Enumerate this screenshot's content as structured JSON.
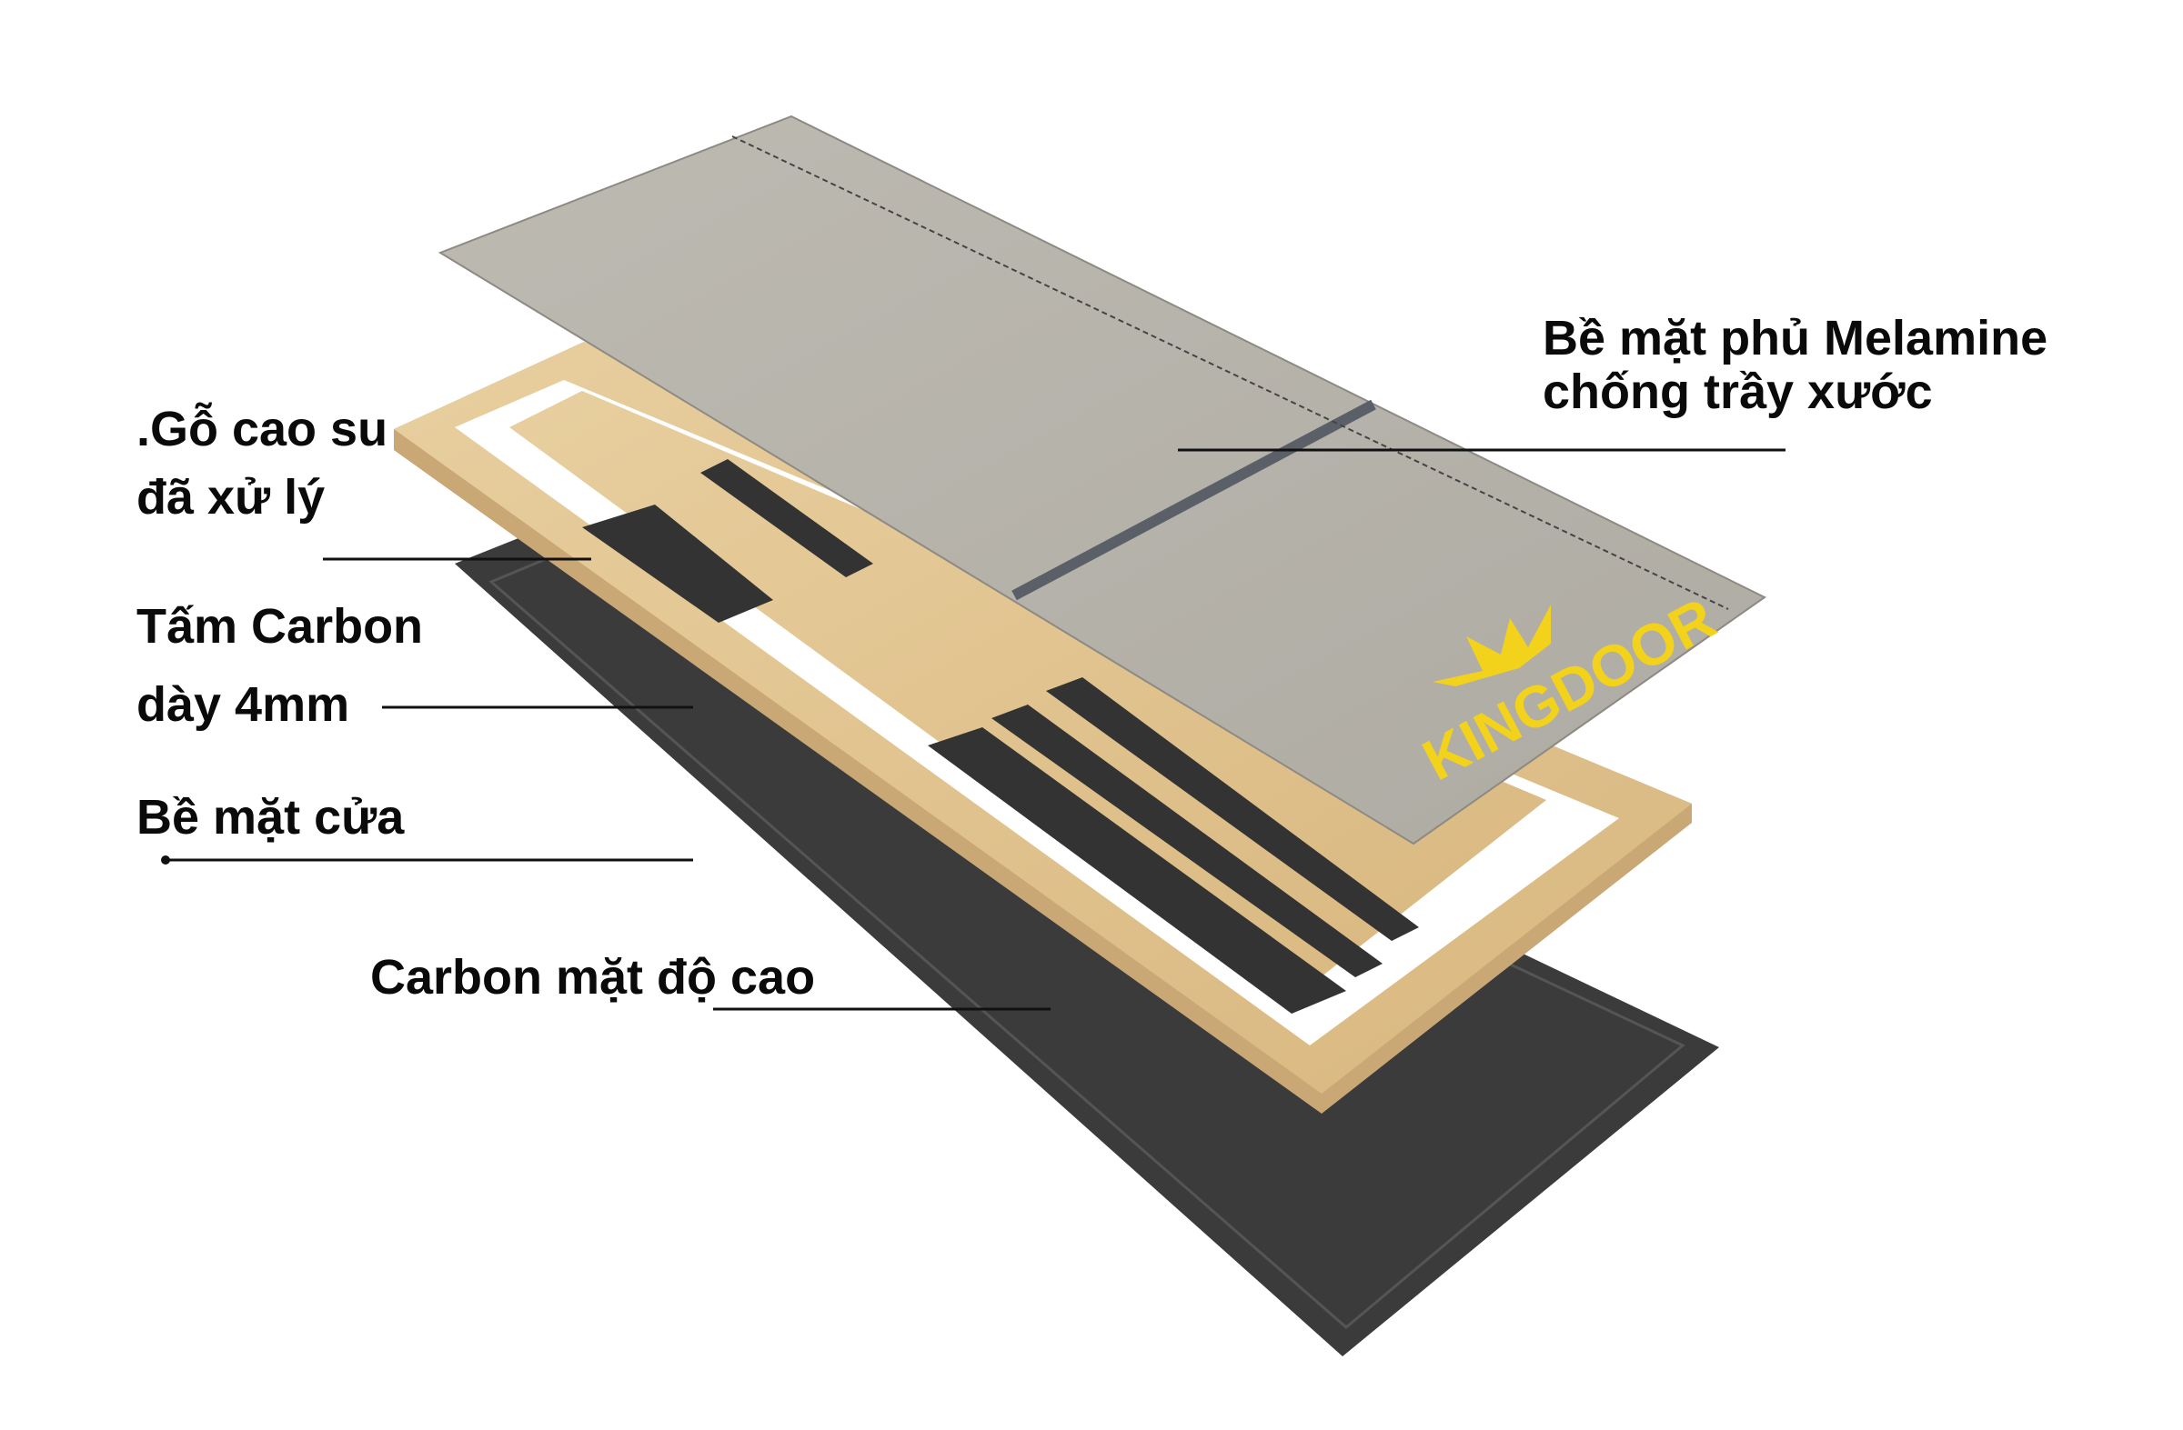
{
  "labels": {
    "rubber_wood_line1": ".Gỗ cao su",
    "rubber_wood_line2": "đã xử lý",
    "carbon_board_line1": "Tấm Carbon",
    "carbon_board_line2": "dày 4mm",
    "door_surface": "Bề mặt cửa",
    "high_density_carbon": "Carbon mặt độ cao",
    "melamine_line1": "Bề mặt phủ Melamine",
    "melamine_line2": "chống trầy xước"
  },
  "logo": {
    "text": "KINGDOOR",
    "color": "#f2d21b"
  },
  "colors": {
    "panel": "#b9b6ae",
    "wood": "#e3c79a",
    "carbon": "#3a3a3a"
  }
}
